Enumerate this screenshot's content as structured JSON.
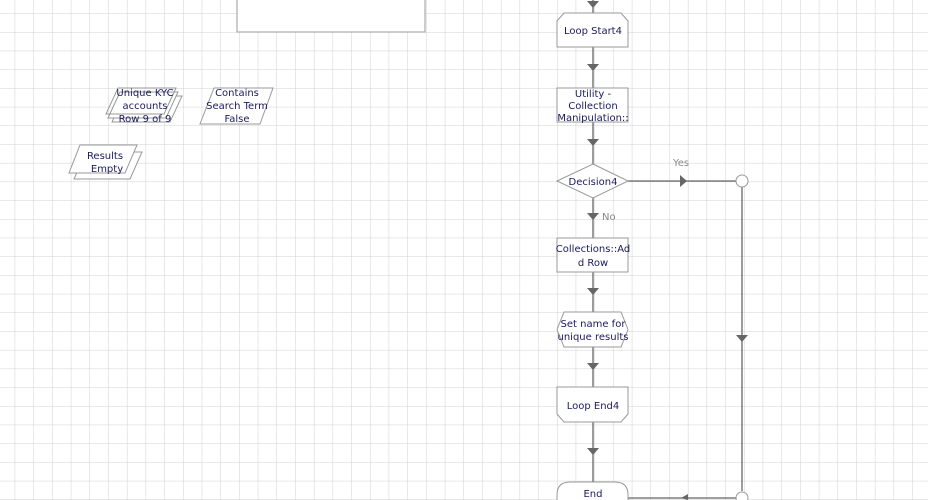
{
  "canvas": {
    "grid_color": "#d0d0d0",
    "line_color": "#666666",
    "shape_border": "#999999"
  },
  "data_items": [
    {
      "lines": [
        "Unique KYC",
        "accounts",
        "Row 9 of 9"
      ],
      "type": "collection"
    },
    {
      "lines": [
        "Contains",
        "Search Term",
        "False"
      ],
      "type": "data"
    },
    {
      "lines": [
        "Results",
        "Empty"
      ],
      "type": "collection"
    }
  ],
  "flow": {
    "loop_start": "Loop Start4",
    "action": [
      "Utility -",
      "Collection",
      "Manipulation::"
    ],
    "decision": "Decision4",
    "yes_label": "Yes",
    "no_label": "No",
    "add_row": [
      "Collections::Ad",
      "d Row"
    ],
    "calc": [
      "Set name for",
      "unique results"
    ],
    "loop_end": "Loop End4",
    "end": "End"
  }
}
